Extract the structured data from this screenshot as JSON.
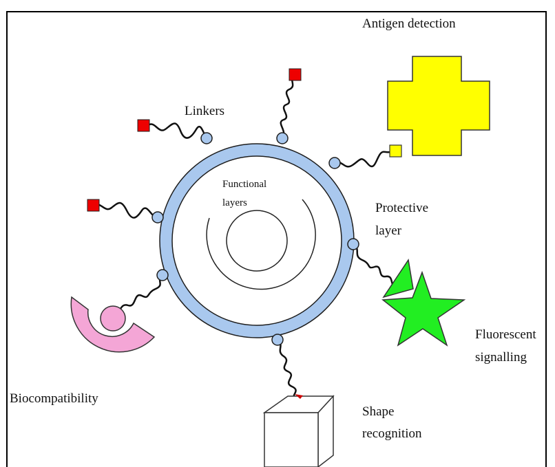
{
  "labels": {
    "antigen_detection": "Antigen detection",
    "linkers": "Linkers",
    "functional_layers_1": "Functional",
    "functional_layers_2": "layers",
    "protective_layer_1": "Protective",
    "protective_layer_2": "layer",
    "fluorescent_signalling_1": "Fluorescent",
    "fluorescent_signalling_2": "signalling",
    "biocompatibility": "Biocompatibility",
    "shape_recognition_1": "Shape",
    "shape_recognition_2": "recognition"
  },
  "colors": {
    "protective_layer": "#a9c8ee",
    "linker_node": "#a9c8ee",
    "antigen": "#ffff00",
    "fluorescent": "#22ee22",
    "biocompatibility": "#f4a6d6",
    "receptor_square": "#ee0000",
    "cube": "#ffffff"
  }
}
